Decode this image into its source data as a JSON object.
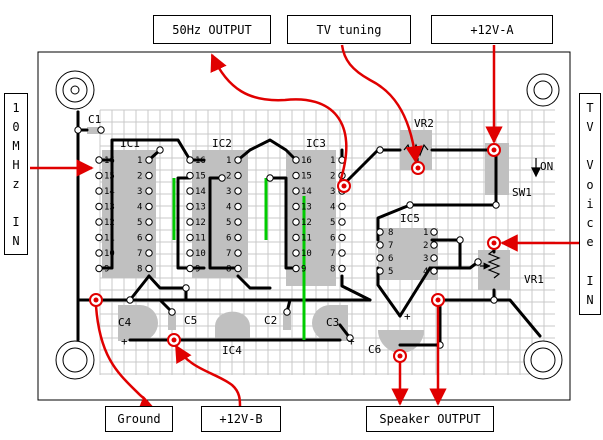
{
  "top_labels": {
    "output_50hz": "50Hz OUTPUT",
    "tv_tuning": "TV tuning",
    "plus12v_a": "+12V-A"
  },
  "bottom_labels": {
    "ground": "Ground",
    "plus12v_b": "+12V-B",
    "speaker_output": "Speaker OUTPUT"
  },
  "side_labels": {
    "in_10mhz": [
      "1",
      "0",
      "M",
      "H",
      "z",
      "",
      "I",
      "N"
    ],
    "tv_voice_in": [
      "T",
      "V",
      "",
      "V",
      "o",
      "i",
      "c",
      "e",
      "",
      "I",
      "N"
    ]
  },
  "components": {
    "c1": "C1",
    "ic1": "IC1",
    "ic2": "IC2",
    "ic3": "IC3",
    "ic4": "IC4",
    "ic5": "IC5",
    "vr1": "VR1",
    "vr2": "VR2",
    "sw1": "SW1",
    "on": "ON",
    "c2": "C2",
    "c3": "C3",
    "c4": "C4",
    "c5": "C5",
    "c6": "C6",
    "plus": "+"
  },
  "pins": {
    "left16": [
      "16",
      "15",
      "14",
      "13",
      "12",
      "11",
      "10",
      "9"
    ],
    "right16": [
      "1",
      "2",
      "3",
      "4",
      "5",
      "6",
      "7",
      "8"
    ],
    "ic5_left": [
      "8",
      "7",
      "6",
      "5"
    ],
    "ic5_right": [
      "1",
      "2",
      "3",
      "4"
    ]
  },
  "colors": {
    "wire": "#000000",
    "signal": "#e00000",
    "jumper": "#00cc00",
    "ic_body": "#c0c0c0",
    "grid": "#c8c8c8"
  }
}
